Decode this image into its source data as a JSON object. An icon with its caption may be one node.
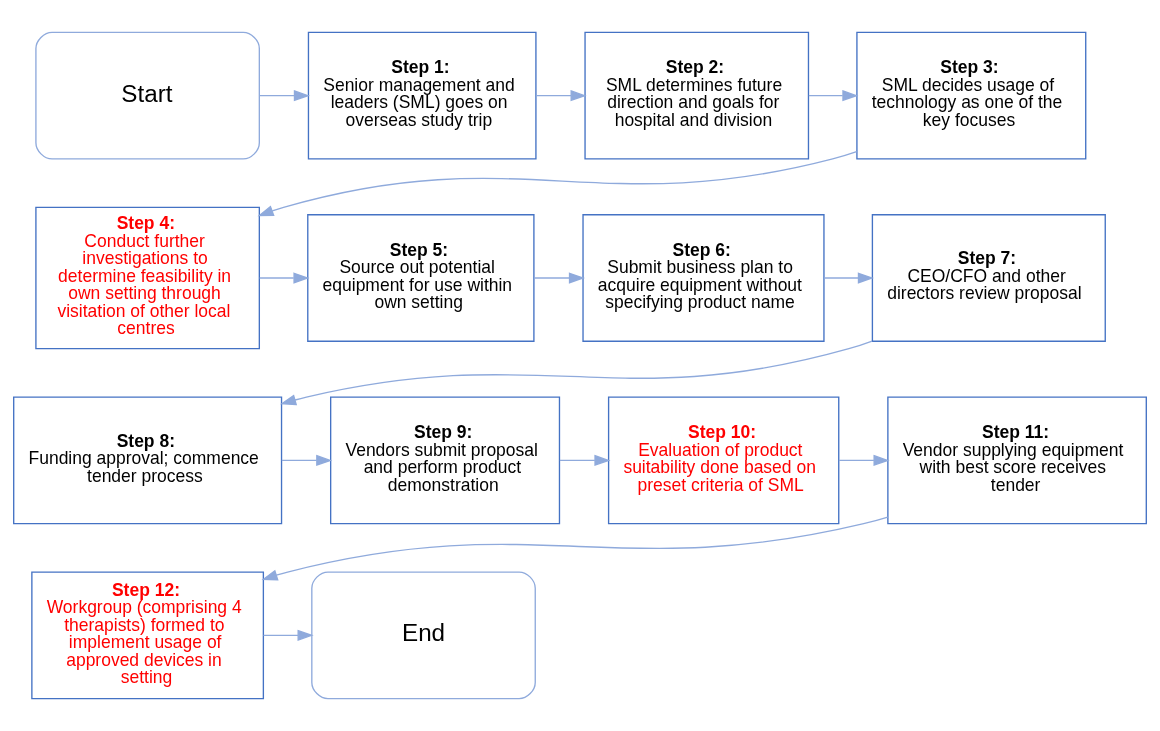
{
  "diagram": {
    "nodes": [
      {
        "text": [
          "Start"
        ]
      },
      {
        "text": [
          "Step 1:",
          "Senior management and leaders (SML) goes on overseas study trip"
        ]
      },
      {
        "text": [
          "Step 2:",
          "SML determines future direction and goals for hospital and division"
        ]
      },
      {
        "text": [
          "Step 3:",
          "SML decides usage of technology as one of the key focuses"
        ]
      },
      {
        "text": [
          "Step 4:",
          "Conduct further investigations to determine feasibility in own setting through visitation of other local centres"
        ]
      },
      {
        "text": [
          "Step 5:",
          "Source out potential equipment for use within own setting"
        ]
      },
      {
        "text": [
          "Step 6:",
          "Submit business plan to acquire equipment without specifying product name"
        ]
      },
      {
        "text": [
          "Step 7:",
          "CEO/CFO and other directors review proposal"
        ]
      },
      {
        "text": [
          "Step 8:",
          "Funding approval; commence tender process"
        ]
      },
      {
        "text": [
          "Step 9:",
          "Vendors submit proposal and perform product demonstration"
        ]
      },
      {
        "text": [
          "Step 10:",
          "Evaluation of product suitability done based on preset criteria of SML"
        ]
      },
      {
        "text": [
          "Step 11:",
          "Vendor supplying equipment with best score receives tender"
        ]
      },
      {
        "text": [
          "Step 12:",
          "Workgroup (comprising 4 therapists) formed to implement usage of approved devices in setting"
        ]
      },
      {
        "text": [
          "End"
        ]
      }
    ],
    "edges": [
      {
        "from": 0,
        "to": 1,
        "arrow": "to"
      },
      {
        "from": 1,
        "to": 2,
        "arrow": "to"
      },
      {
        "from": 2,
        "to": 3,
        "arrow": "to"
      },
      {
        "from": 3,
        "to": 4,
        "arrow": "to"
      },
      {
        "from": 4,
        "to": 5,
        "arrow": "to"
      },
      {
        "from": 5,
        "to": 6,
        "arrow": "to"
      },
      {
        "from": 6,
        "to": 7,
        "arrow": "to"
      },
      {
        "from": 7,
        "to": 8,
        "arrow": "to"
      },
      {
        "from": 8,
        "to": 9,
        "arrow": "to"
      },
      {
        "from": 9,
        "to": 10,
        "arrow": "to"
      },
      {
        "from": 10,
        "to": 11,
        "arrow": "to"
      },
      {
        "from": 11,
        "to": 12,
        "arrow": "to"
      },
      {
        "from": 12,
        "to": 13,
        "arrow": "to"
      }
    ]
  }
}
